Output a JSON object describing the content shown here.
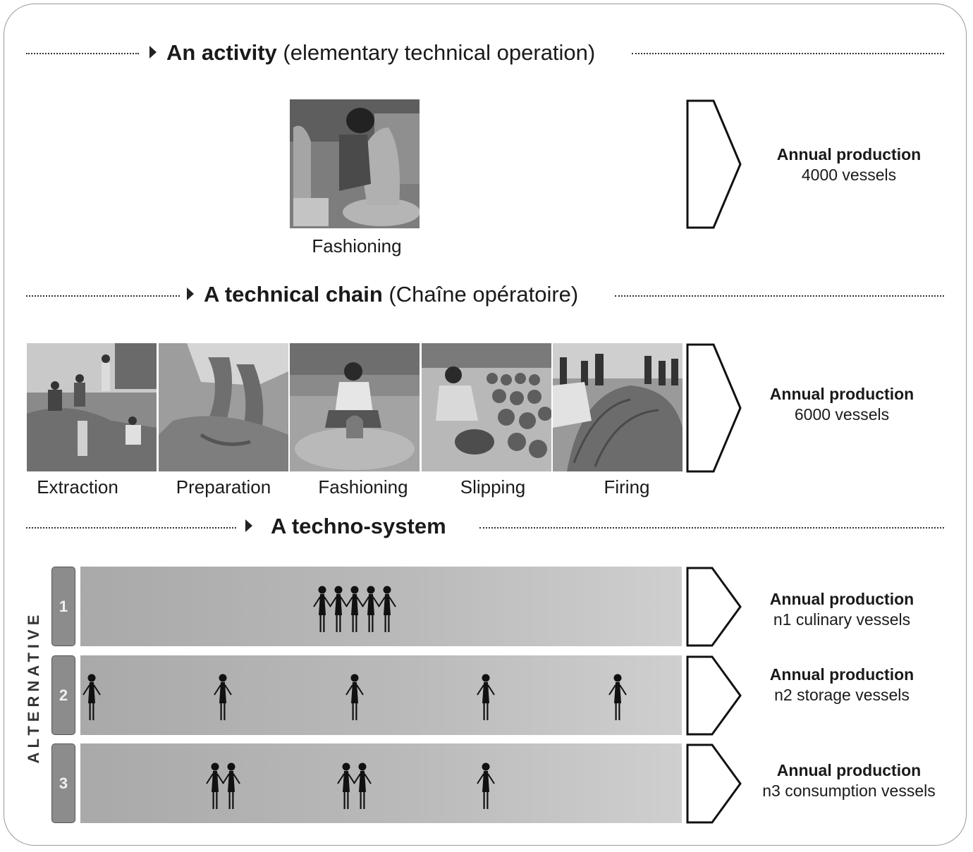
{
  "section1": {
    "title_bold": "An activity",
    "title_rest": " (elementary technical operation)",
    "photo_icon": "potter-at-wheel-photo",
    "photo_caption": "Fashioning",
    "production_title": "Annual production",
    "production_value": "4000 vessels"
  },
  "section2": {
    "title_bold": "A technical chain",
    "title_rest": " (Chaîne opératoire)",
    "steps": [
      {
        "label": "Extraction",
        "icon": "clay-extraction-photo"
      },
      {
        "label": "Preparation",
        "icon": "clay-treading-photo"
      },
      {
        "label": "Fashioning",
        "icon": "wheel-throwing-photo"
      },
      {
        "label": "Slipping",
        "icon": "pot-slipping-photo"
      },
      {
        "label": "Firing",
        "icon": "open-firing-photo"
      }
    ],
    "production_title": "Annual production",
    "production_value": "6000 vessels"
  },
  "section3": {
    "title_bold": "A techno-system",
    "side_label": "ALTERNATIVE",
    "alternatives": [
      {
        "number": "1",
        "production_title": "Annual production",
        "production_value": "n1 culinary vessels"
      },
      {
        "number": "2",
        "production_title": "Annual production",
        "production_value": "n2 storage vessels"
      },
      {
        "number": "3",
        "production_title": "Annual production",
        "production_value": "n3 consumption vessels"
      }
    ]
  },
  "colors": {
    "band_light": "#cfcfcf",
    "band_dark": "#a9a9a9",
    "tab": "#8c8c8c",
    "ink": "#1a1a1a"
  }
}
